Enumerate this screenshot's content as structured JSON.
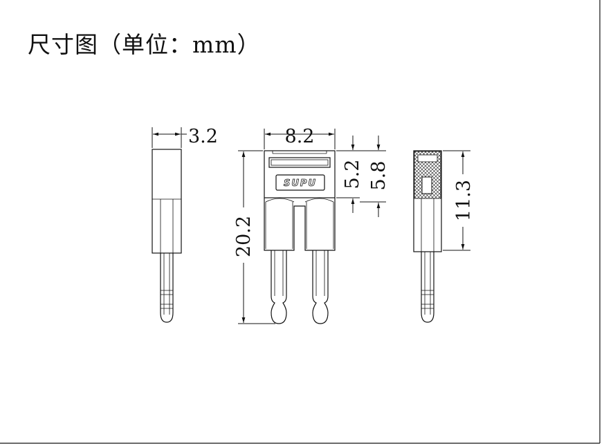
{
  "title": "尺寸图（单位：mm）",
  "brand": "SUPU",
  "dimensions": {
    "side_width": "3.2",
    "front_width": "8.2",
    "front_height": "20.2",
    "front_head_a": "5.2",
    "front_head_b": "5.8",
    "right_height": "11.3"
  }
}
